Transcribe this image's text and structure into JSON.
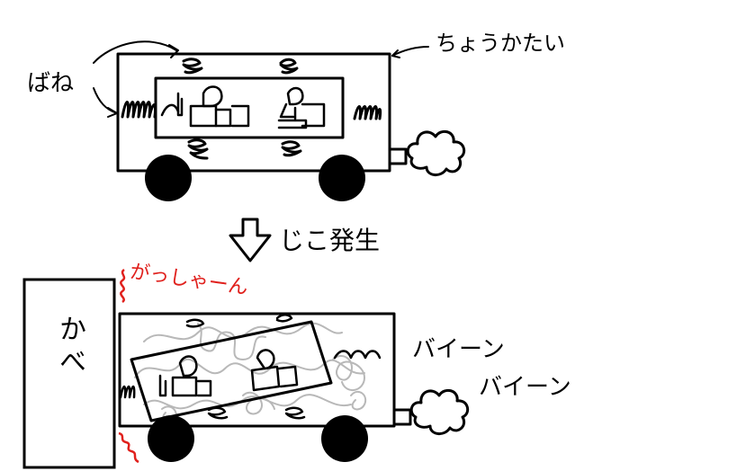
{
  "top": {
    "spring_label": "ばね",
    "body_label": "ちょうかたい"
  },
  "middle": {
    "accident_label": "じこ発生"
  },
  "bottom": {
    "wall_label": "かべ",
    "crash_sound": "がっしゃーん",
    "bounce_sound_1": "バイーン",
    "bounce_sound_2": "バイーン"
  },
  "colors": {
    "ink": "#000000",
    "red": "#e0201c",
    "gray": "#b8b8b8"
  }
}
